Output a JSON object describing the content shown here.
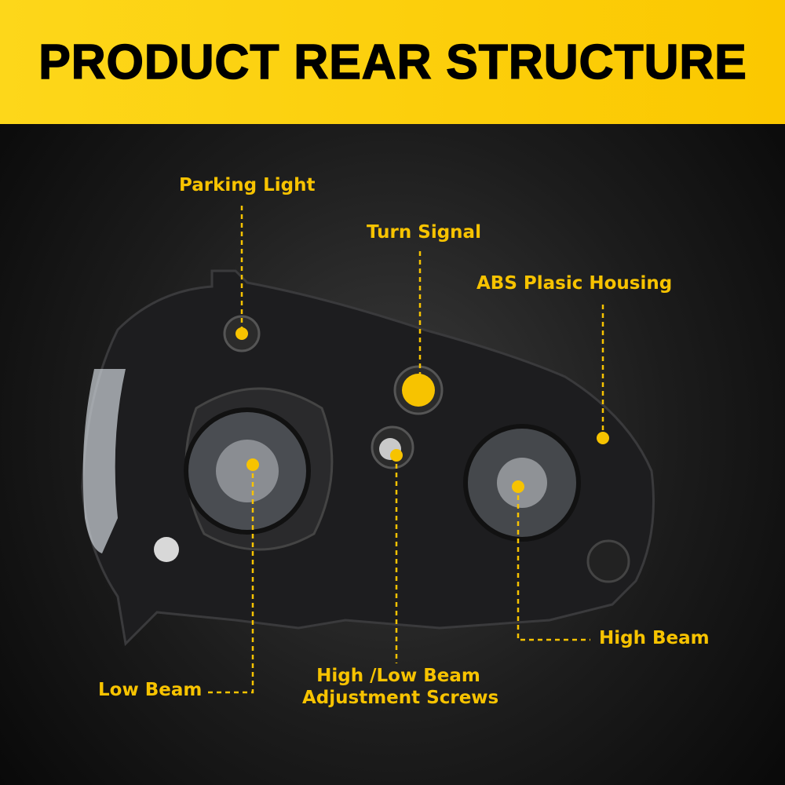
{
  "header": {
    "title": "PRODUCT REAR STRUCTURE"
  },
  "colors": {
    "accent": "#f7c300",
    "header_bg": "#fcd00d",
    "background": "#1a1a1a"
  },
  "callouts": {
    "parking_light": "Parking Light",
    "turn_signal": "Turn Signal",
    "housing": "ABS Plasic Housing",
    "low_beam": "Low Beam",
    "adjust_line1": "High /Low Beam",
    "adjust_line2": "Adjustment Screws",
    "high_beam": "High Beam"
  }
}
